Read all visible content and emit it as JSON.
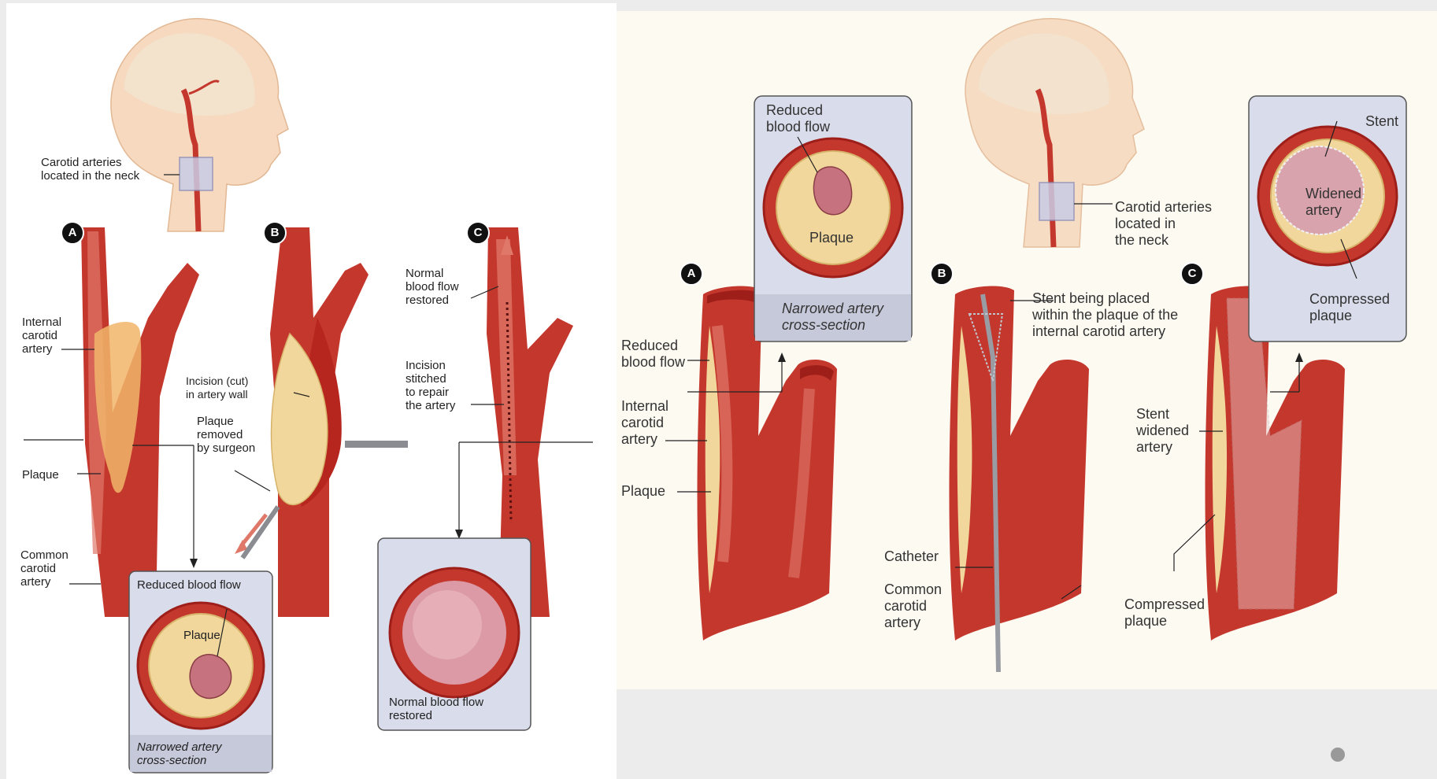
{
  "left": {
    "head_label": "Carotid arteries\nlocated in the neck",
    "badges": [
      "A",
      "B",
      "C"
    ],
    "a_internal": "Internal\ncarotid\nartery",
    "a_plaque": "Plaque",
    "a_common": "Common\ncarotid\nartery",
    "a_inset_top": "Reduced blood flow",
    "a_inset_plaque": "Plaque",
    "a_inset_caption": "Narrowed artery\ncross-section",
    "b_incision": "Incision (cut)\nin artery wall",
    "b_removed": "Plaque\nremoved\nby surgeon",
    "c_normal": "Normal\nblood flow\nrestored",
    "c_stitched": "Incision\nstitched\nto repair\nthe artery",
    "c_inset_caption": "Normal blood flow\nrestored"
  },
  "right": {
    "badges": [
      "A",
      "B",
      "C"
    ],
    "a_inset_top": "Reduced\nblood flow",
    "a_inset_plaque": "Plaque",
    "a_inset_caption": "Narrowed artery\ncross-section",
    "a_reduced": "Reduced\nblood flow",
    "a_internal": "Internal\ncarotid\nartery",
    "a_plaque": "Plaque",
    "head_label": "Carotid arteries\nlocated in\nthe neck",
    "b_stent": "Stent being placed\nwithin the plaque of the\ninternal carotid artery",
    "b_catheter": "Catheter",
    "b_common": "Common\ncarotid\nartery",
    "c_stent": "Stent",
    "c_widened_inset": "Widened\nartery",
    "c_compressed_inset": "Compressed\nplaque",
    "c_stent_widened": "Stent\nwidened\nartery",
    "c_compressed": "Compressed\nplaque"
  },
  "colors": {
    "artery_dark": "#9e1f1a",
    "artery": "#c4372d",
    "artery_light": "#e0786a",
    "plaque": "#f1d79b",
    "inset_bg": "#d9dcea",
    "skin": "#f6d9bf"
  }
}
